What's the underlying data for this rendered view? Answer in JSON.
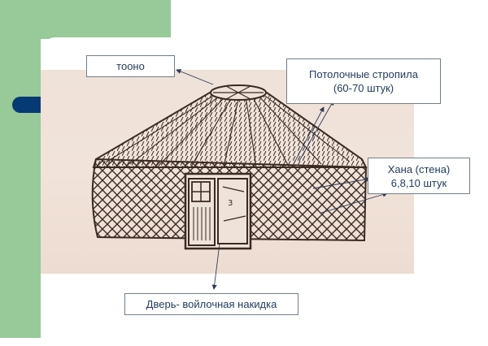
{
  "labels": {
    "toono": "тооно",
    "rafters_line1": "Потолочные стропила",
    "rafters_line2": "(60-70 штук)",
    "khana_line1": "Хана (стена)",
    "khana_line2": "6,8,10 штук",
    "door": "Дверь- войлочная накидка"
  },
  "colors": {
    "green_panel": "#98c998",
    "blue_accent": "#063a74",
    "label_text": "#1f3a5c",
    "label_border": "#6f7f8e",
    "photo_bg": "#efe2d8",
    "ink": "#3a2a22"
  }
}
